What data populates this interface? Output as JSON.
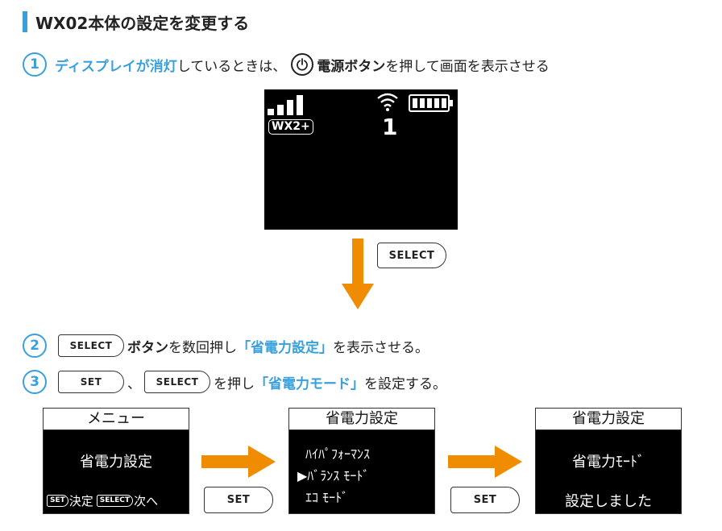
{
  "heading": "WX02本体の設定を変更する",
  "steps": {
    "one": {
      "num": "1",
      "highlight": "ディスプレイが消灯",
      "text1": "しているときは、",
      "button_name": "電源ボタン",
      "text2": "を押して画面を表示させる"
    },
    "two": {
      "num": "2",
      "key": "SELECT",
      "bold": "ボタン",
      "text1": "を数回押し",
      "highlight": "「省電力設定」",
      "text2": "を表示させる。"
    },
    "three": {
      "num": "3",
      "key1": "SET",
      "sep": "、",
      "key2": "SELECT",
      "text1": "を押し",
      "highlight": "「省電力モード」",
      "text2": "を設定する。"
    }
  },
  "device": {
    "network": "WX2+",
    "wifi_count": "1"
  },
  "main_key": "SELECT",
  "screens": {
    "menu": {
      "title": "メニュー",
      "item": "省電力設定",
      "set_key": "SET",
      "set_text": "決定",
      "select_key": "SELECT",
      "select_text": "次へ"
    },
    "power": {
      "title": "省電力設定",
      "options": [
        "ﾊｲﾊﾟﾌｫｰﾏﾝｽ",
        "▶ﾊﾞﾗﾝｽ ﾓｰﾄﾞ",
        "ｴｺ ﾓｰﾄﾞ"
      ]
    },
    "done": {
      "title": "省電力設定",
      "line1": "省電力ﾓｰﾄﾞ",
      "line2": "設定しました"
    }
  },
  "transition_key": "SET",
  "colors": {
    "accent_blue": "#3aa0dc",
    "arrow_orange": "#f08c00"
  }
}
